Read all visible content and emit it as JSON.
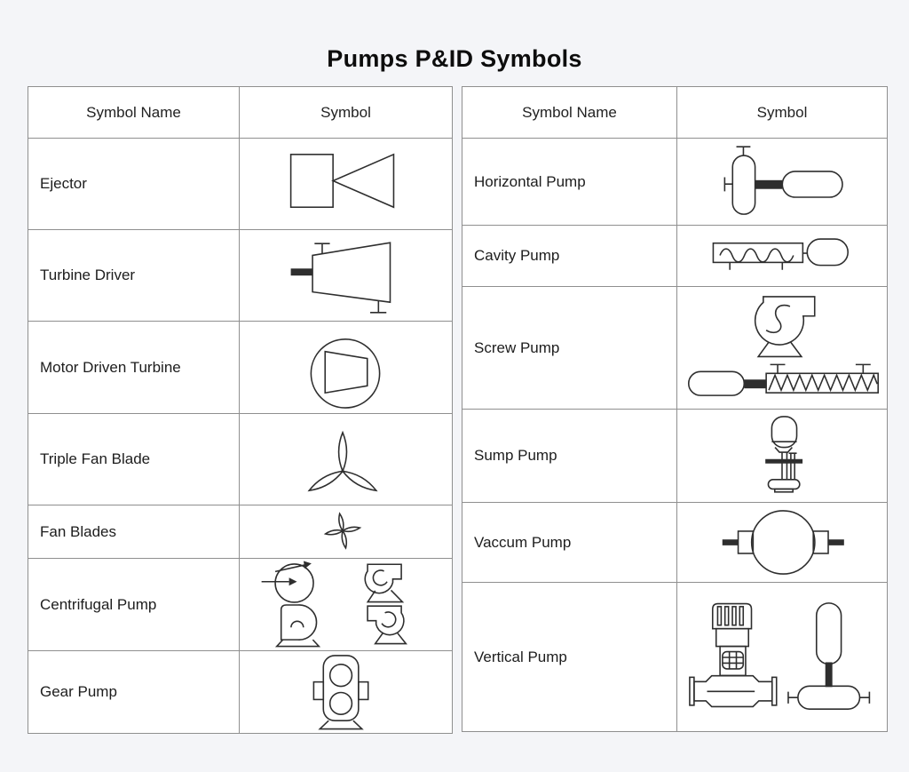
{
  "title": "Pumps P&ID Symbols",
  "colors": {
    "background": "#f4f5f8",
    "table_bg": "#ffffff",
    "border": "#8f8f8f",
    "ink": "#2e2e2e",
    "text": "#1d1d1d"
  },
  "tables": {
    "left": {
      "headers": {
        "name": "Symbol Name",
        "symbol": "Symbol"
      },
      "rows": [
        {
          "name": "Ejector",
          "symbol": "ejector-symbol"
        },
        {
          "name": "Turbine Driver",
          "symbol": "turbine-driver-symbol"
        },
        {
          "name": "Motor Driven Turbine",
          "symbol": "motor-driven-turbine-symbol"
        },
        {
          "name": "Triple Fan Blade",
          "symbol": "triple-fan-blade-symbol"
        },
        {
          "name": "Fan Blades",
          "symbol": "fan-blades-symbol"
        },
        {
          "name": "Centrifugal Pump",
          "symbol": "centrifugal-pump-symbol"
        },
        {
          "name": "Gear Pump",
          "symbol": "gear-pump-symbol"
        }
      ]
    },
    "right": {
      "headers": {
        "name": "Symbol Name",
        "symbol": "Symbol"
      },
      "rows": [
        {
          "name": "Horizontal Pump",
          "symbol": "horizontal-pump-symbol"
        },
        {
          "name": "Cavity Pump",
          "symbol": "cavity-pump-symbol"
        },
        {
          "name": "Screw Pump",
          "symbol": "screw-pump-symbol"
        },
        {
          "name": "Sump Pump",
          "symbol": "sump-pump-symbol"
        },
        {
          "name": "Vaccum Pump",
          "symbol": "vaccum-pump-symbol"
        },
        {
          "name": "Vertical Pump",
          "symbol": "vertical-pump-symbol"
        }
      ]
    }
  }
}
